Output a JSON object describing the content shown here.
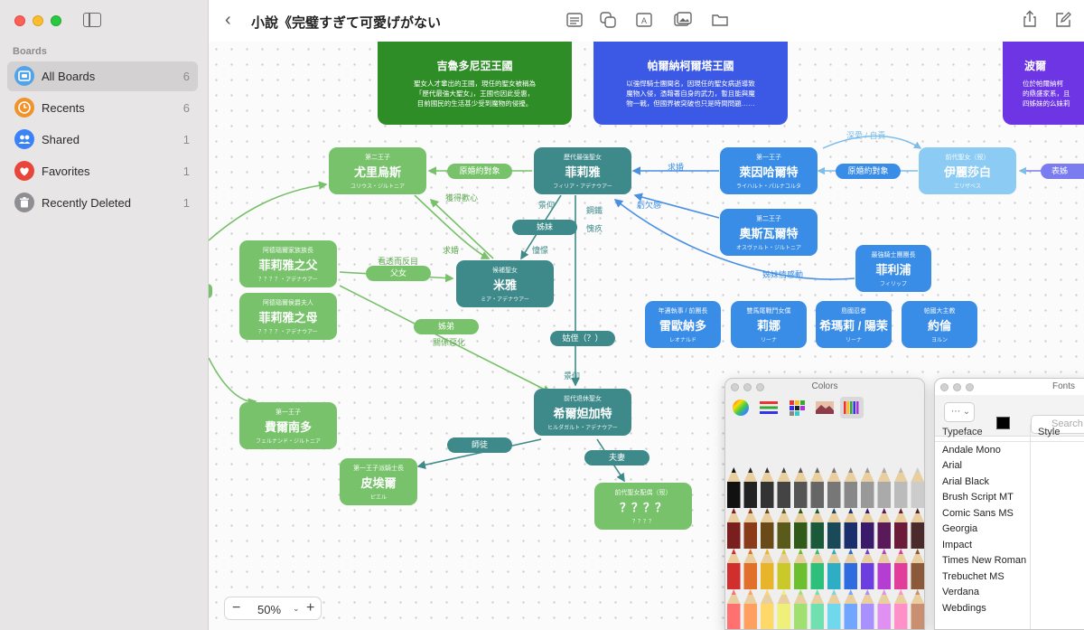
{
  "window": {
    "title": "小說《完璧すぎて可愛げがない"
  },
  "sidebar": {
    "heading": "Boards",
    "items": [
      {
        "label": "All Boards",
        "count": "6",
        "icon": "boards-icon",
        "color": "#52a3e8"
      },
      {
        "label": "Recents",
        "count": "6",
        "icon": "clock-icon",
        "color": "#f0932b"
      },
      {
        "label": "Shared",
        "count": "1",
        "icon": "people-icon",
        "color": "#3b82f6"
      },
      {
        "label": "Favorites",
        "count": "1",
        "icon": "heart-icon",
        "color": "#e8463b"
      },
      {
        "label": "Recently Deleted",
        "count": "1",
        "icon": "trash-icon",
        "color": "#8e8e93"
      }
    ]
  },
  "kingdoms": [
    {
      "name": "吉魯多尼亞王國",
      "desc": "聖女人才輩出的王國，現任的聖女被稱為\n「歷代最強大聖女」，王國也因此受惠，\n目前國民的生活甚少受到魔物的侵擾。",
      "color": "#2f8d27"
    },
    {
      "name": "帕爾納柯爾塔王國",
      "desc": "以強悍騎士團聞名，因現任的聖女病逝導致\n魔物入侵，憑藉著自身的武力，暫且能與魔\n物一戰，但國界被突破也只是時間問題……",
      "color": "#3b59e4"
    },
    {
      "name": "波爾",
      "desc": "位於帕爾納柯\n的鼎盛家系，且\n四姊妹的么妹莉",
      "color": "#6d35e3"
    }
  ],
  "cards": {
    "julius": {
      "sub": "第二王子",
      "name": "尤里烏斯",
      "en": "ユリウス・ジルトニア"
    },
    "philia": {
      "sub": "歷代最強聖女",
      "name": "菲莉雅",
      "en": "フィリア・アデナウアー"
    },
    "reinhardt": {
      "sub": "第一王子",
      "name": "萊因哈爾特",
      "en": "ライハルト・パルナコルタ"
    },
    "elizabeth": {
      "sub": "前代聖女（歿）",
      "name": "伊麗莎白",
      "en": "エリザベス"
    },
    "oswald": {
      "sub": "第二王子",
      "name": "奧斯瓦爾特",
      "en": "オスヴァルト・ジルトニア"
    },
    "philip": {
      "sub": "最強騎士團團長",
      "name": "菲利浦",
      "en": "フィリップ"
    },
    "father": {
      "sub": "阿德瑙爾家族族長",
      "name": "菲莉雅之父",
      "en": "？？？？・アデナウアー"
    },
    "mother": {
      "sub": "阿德瑙爾侯爵夫人",
      "name": "菲莉雅之母",
      "en": "？？？？・アデナウアー"
    },
    "mia": {
      "sub": "候補聖女",
      "name": "米雅",
      "en": "ミア・アデナウアー"
    },
    "leonardo": {
      "sub": "年邁執事 / 前團長",
      "name": "雷歐納多",
      "en": "レオナルド"
    },
    "lina": {
      "sub": "雙馬尾戰鬥女僕",
      "name": "莉娜",
      "en": "リーナ"
    },
    "himari": {
      "sub": "島國忍者",
      "name": "希瑪莉 / 陽茉",
      "en": "リーナ"
    },
    "joren": {
      "sub": "帕國大主教",
      "name": "約倫",
      "en": "ヨルン"
    },
    "fernando": {
      "sub": "第一王子",
      "name": "費爾南多",
      "en": "フェルナンド・ジルトニア"
    },
    "hildegard": {
      "sub": "前代退休聖女",
      "name": "希爾妲加特",
      "en": "ヒルダガルト・アデナウアー"
    },
    "pierre": {
      "sub": "第一王子派騎士長",
      "name": "皮埃爾",
      "en": "ピエル"
    },
    "spouse": {
      "sub": "前代聖女配偶（歿）",
      "name": "？？？？",
      "en": "？？？？"
    }
  },
  "pills": {
    "engage1": "原婚約對象",
    "engage2": "原婚約對象",
    "sisters": "姊妹",
    "father": "父女",
    "siblings": "姊弟",
    "aunt": "姑侄（？）",
    "master": "師徒",
    "couple": "夫妻",
    "sister_partial": "表姊"
  },
  "labels": {
    "love": "深愛 / 自責",
    "propose": "求婚",
    "indebted": "虧欠感",
    "seek_love": "獲得歡心",
    "respect1": "景仰",
    "bond": "鋼鐵",
    "envy": "憧憬",
    "guilt": "愧疚",
    "seek_marry": "求婚",
    "resentment": "看透而反目",
    "siblings_moved": "姊妹情感動",
    "relation": "關係惡化",
    "respect2": "景仰"
  },
  "zoom": {
    "minus": "−",
    "value": "50%",
    "plus": "+"
  },
  "colors_panel": {
    "title": "Colors"
  },
  "fonts_panel": {
    "title": "Fonts",
    "search_placeholder": "Search",
    "col_typeface": "Typeface",
    "col_style": "Style",
    "fonts": [
      "Andale Mono",
      "Arial",
      "Arial Black",
      "Brush Script MT",
      "Comic Sans MS",
      "Georgia",
      "Impact",
      "Times New Roman",
      "Trebuchet MS",
      "Verdana",
      "Webdings"
    ]
  }
}
